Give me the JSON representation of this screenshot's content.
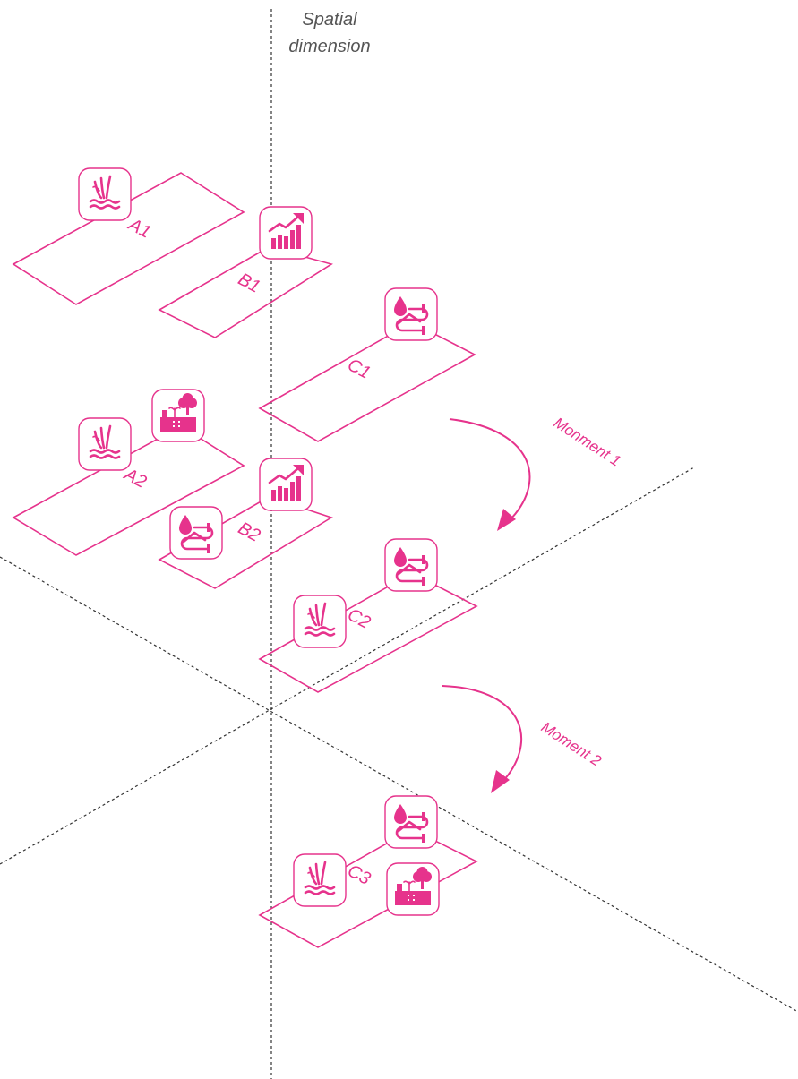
{
  "axis": {
    "vertical_label": [
      "Spatial",
      "dimension"
    ]
  },
  "moments": [
    "Monment 1",
    "Moment 2"
  ],
  "planes": {
    "A1": "A1",
    "B1": "B1",
    "C1": "C1",
    "A2": "A2",
    "B2": "B2",
    "C2": "C2",
    "C3": "C3"
  },
  "icons": [
    "wetland-reeds-icon",
    "growth-chart-icon",
    "water-pipe-icon",
    "farm-trees-icon"
  ],
  "colors": {
    "accent": "#e6338c",
    "axis": "#333333"
  }
}
